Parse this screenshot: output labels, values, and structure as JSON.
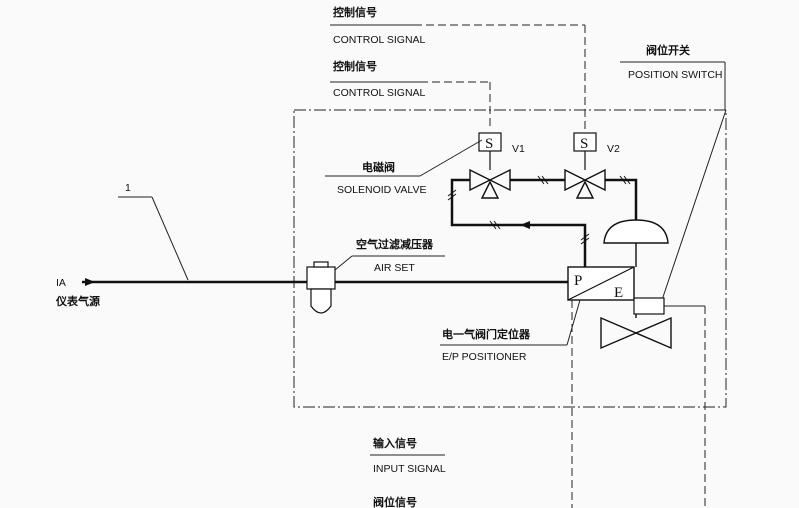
{
  "labels": {
    "control_signal_1_cn": "控制信号",
    "control_signal_1_en": "CONTROL SIGNAL",
    "control_signal_2_cn": "控制信号",
    "control_signal_2_en": "CONTROL SIGNAL",
    "position_switch_cn": "阀位开关",
    "position_switch_en": "POSITION SWITCH",
    "solenoid_valve_cn": "电磁阀",
    "solenoid_valve_en": "SOLENOID VALVE",
    "air_set_cn": "空气过滤减压器",
    "air_set_en": "AIR SET",
    "ep_positioner_cn": "电一气阀门定位器",
    "ep_positioner_en": "E/P POSITIONER",
    "input_signal_cn": "输入信号",
    "input_signal_en": "INPUT SIGNAL",
    "valve_position_signal_cn": "阀位信号",
    "ia": "IA",
    "ia_cn": "仪表气源",
    "item_number": "1",
    "solenoid_s1": "S",
    "solenoid_s2": "S",
    "v1": "V1",
    "v2": "V2",
    "positioner_p": "P",
    "positioner_e": "E"
  }
}
